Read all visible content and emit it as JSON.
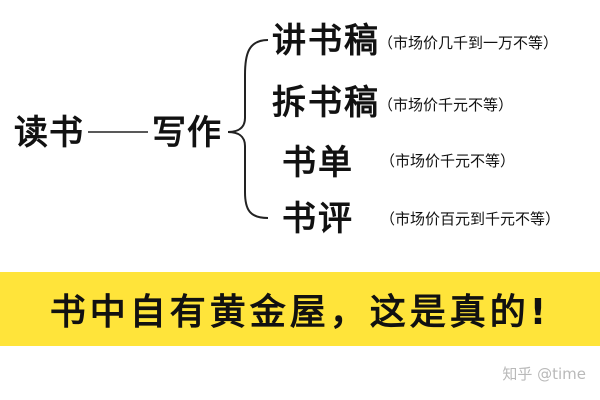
{
  "diagram": {
    "root": "读书",
    "middle": "写作",
    "branches": [
      {
        "label": "讲书稿",
        "note": "（市场价几千到一万不等）"
      },
      {
        "label": "拆书稿",
        "note": "（市场价千元不等）"
      },
      {
        "label": "书单",
        "note": "（市场价千元不等）"
      },
      {
        "label": "书评",
        "note": "（市场价百元到千元不等）"
      }
    ]
  },
  "banner": {
    "text": "书中自有黄金屋，这是真的!",
    "color": "#FFE43A"
  },
  "watermark": {
    "text": "知乎 @time"
  }
}
